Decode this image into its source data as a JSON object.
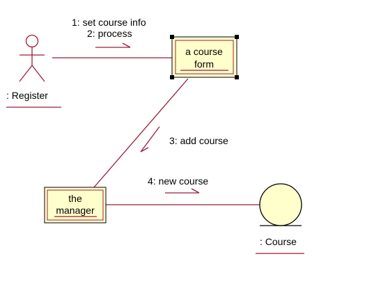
{
  "diagram": {
    "type": "uml-collaboration",
    "colors": {
      "line": "#9b1c3b",
      "object_fill": "#ffffcc",
      "object_border": "#000000",
      "handle": "#000000",
      "text": "#000000"
    },
    "actor": {
      "label": ": Register",
      "icon": "stick-figure-icon"
    },
    "objects": {
      "course_form": {
        "line1": "a course",
        "line2": "form",
        "selected": true
      },
      "manager": {
        "line1": "the",
        "line2": "manager"
      },
      "course_entity": {
        "label": ": Course",
        "icon": "entity-circle-icon"
      }
    },
    "messages": {
      "m1": "1: set course info",
      "m2": "2: process",
      "m3": "3: add course",
      "m4": "4: new course"
    }
  }
}
